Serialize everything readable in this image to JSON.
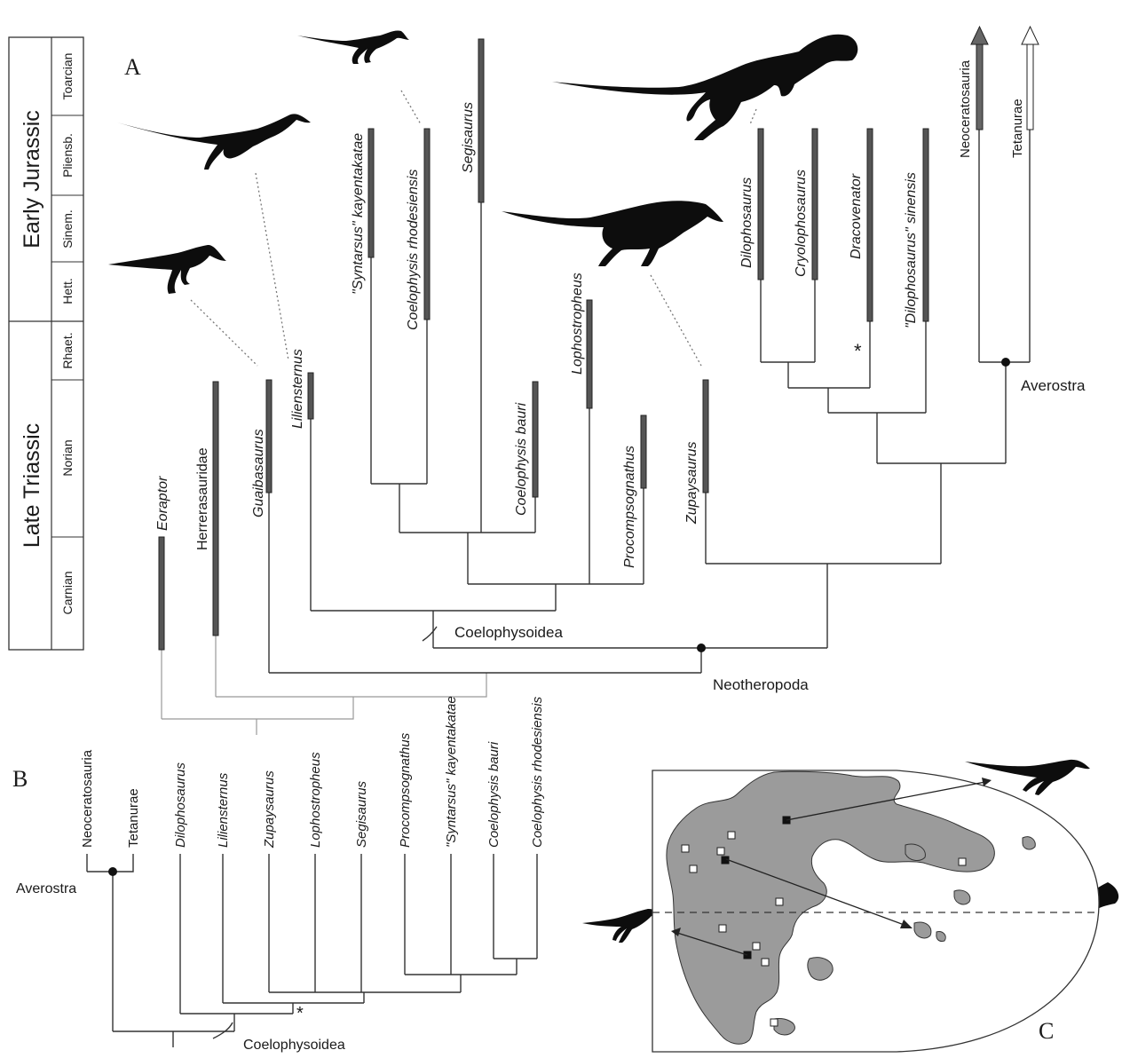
{
  "panel_labels": {
    "a": "A",
    "b": "B",
    "c": "C"
  },
  "timescale": {
    "epochs": [
      "Early Jurassic",
      "Late Triassic"
    ],
    "stages": [
      "Toarcian",
      "Pliensb.",
      "Sinem.",
      "Hett.",
      "Rhaet.",
      "Norian",
      "Carnian"
    ]
  },
  "panel_a": {
    "taxa": {
      "eoraptor": "Eoraptor",
      "herrerasauridae": "Herrerasauridae",
      "guaibasaurus": "Guaibasaurus",
      "liliensternus": "Liliensternus",
      "syntarsus": "\"Syntarsus\" kayentakatae",
      "coelophysis_rhod": "Coelophysis rhodesiensis",
      "segisaurus": "Segisaurus",
      "coelophysis_bauri": "Coelophysis bauri",
      "lophostropheus": "Lophostropheus",
      "procompsognathus": "Procompsognathus",
      "zupaysaurus": "Zupaysaurus",
      "dilophosaurus": "Dilophosaurus",
      "cryolophosaurus": "Cryolophosaurus",
      "dracovenator": "Dracovenator",
      "dilophosaurus_sinensis": "\"Dilophosaurus\" sinensis",
      "neoceratosauria": "Neoceratosauria",
      "tetanurae": "Tetanurae"
    },
    "clades": {
      "coelophysoidea": "Coelophysoidea",
      "neotheropoda": "Neotheropoda",
      "averostra": "Averostra"
    },
    "asterisk": "*"
  },
  "panel_b": {
    "taxa": {
      "neoceratosauria": "Neoceratosauria",
      "tetanurae": "Tetanurae",
      "dilophosaurus": "Dilophosaurus",
      "liliensternus": "Liliensternus",
      "zupaysaurus": "Zupaysaurus",
      "lophostropheus": "Lophostropheus",
      "segisaurus": "Segisaurus",
      "procompsognathus": "Procompsognathus",
      "syntarsus": "\"Syntarsus\" kayentakatae",
      "coelophysis_bauri": "Coelophysis bauri",
      "coelophysis_rhod": "Coelophysis rhodesiensis"
    },
    "clades": {
      "averostra": "Averostra",
      "coelophysoidea": "Coelophysoidea"
    },
    "asterisk": "*"
  },
  "colors": {
    "bar": "#555555",
    "land": "#9b9b9b",
    "silhouette": "#0d0d0d"
  }
}
